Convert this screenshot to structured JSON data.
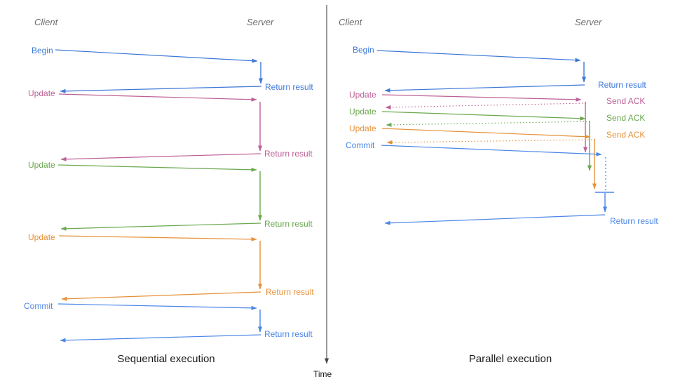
{
  "colors": {
    "blue": "#3c78d8",
    "blue2": "#4a86e8",
    "pink": "#bd6096",
    "green": "#6aa84f",
    "orange": "#e69138",
    "header_gray": "#6b6b6b",
    "axis": "#444444",
    "caption": "#1a1a1a"
  },
  "time_axis": {
    "label": "Time"
  },
  "left_panel": {
    "caption": "Sequential execution",
    "client_header": "Client",
    "server_header": "Server",
    "messages": [
      {
        "request": "Begin",
        "response": "Return result"
      },
      {
        "request": "Update",
        "response": "Return result"
      },
      {
        "request": "Update",
        "response": "Return result"
      },
      {
        "request": "Update",
        "response": "Return result"
      },
      {
        "request": "Commit",
        "response": "Return result"
      }
    ]
  },
  "right_panel": {
    "caption": "Parallel execution",
    "client_header": "Client",
    "server_header": "Server",
    "messages": [
      {
        "request": "Begin",
        "response": "Return result"
      },
      {
        "request": "Update",
        "response": "Send ACK"
      },
      {
        "request": "Update",
        "response": "Send ACK"
      },
      {
        "request": "Update",
        "response": "Send ACK"
      },
      {
        "request": "Commit",
        "response": "Return result"
      }
    ]
  }
}
